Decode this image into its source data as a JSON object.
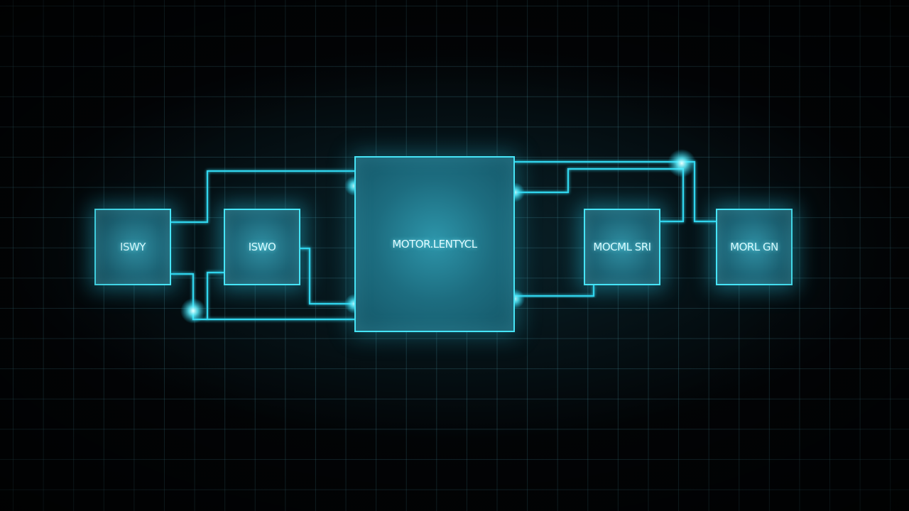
{
  "diagram": {
    "blocks": [
      {
        "id": "block-1",
        "label": "ISWY"
      },
      {
        "id": "block-2",
        "label": "ISWO"
      },
      {
        "id": "block-3",
        "label": "MOTOR.LENTYCL"
      },
      {
        "id": "block-4",
        "label": "MOCML SRI"
      },
      {
        "id": "block-5",
        "label": "MORL GN"
      }
    ],
    "colors": {
      "background": "#020406",
      "grid": "#2a6b78",
      "wire": "#33d6ee",
      "block_fill": "#1d6577",
      "block_border": "#46e4f6",
      "label": "#d8fbff"
    }
  }
}
